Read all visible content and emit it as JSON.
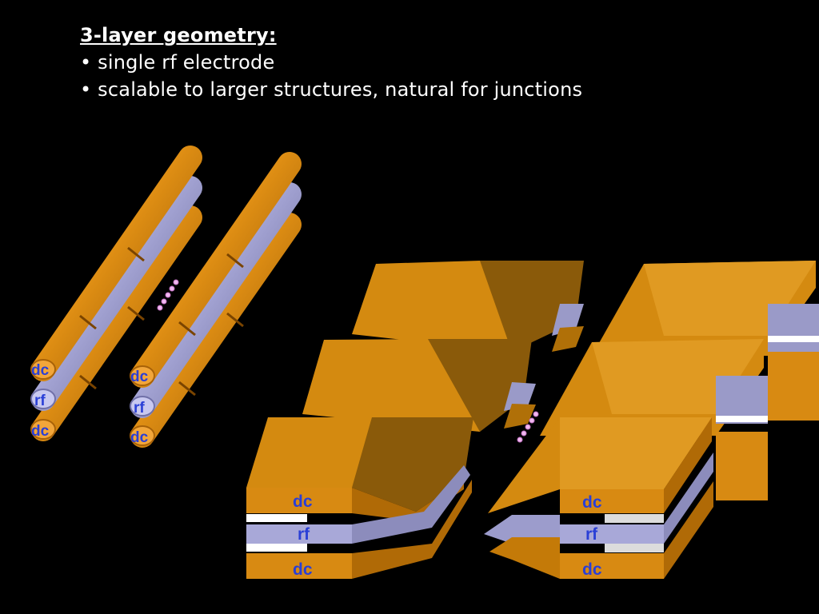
{
  "heading": "3-layer geometry:",
  "bullets": [
    "• single rf electrode",
    "• scalable to larger structures, natural for junctions"
  ],
  "labels": {
    "dc": "dc",
    "rf": "rf"
  },
  "colors": {
    "background": "#000000",
    "dc_electrode": "#d88a12",
    "rf_electrode": "#a8a8d8",
    "label": "#2a3fd6",
    "ion_dots": "#f0b8f0"
  }
}
